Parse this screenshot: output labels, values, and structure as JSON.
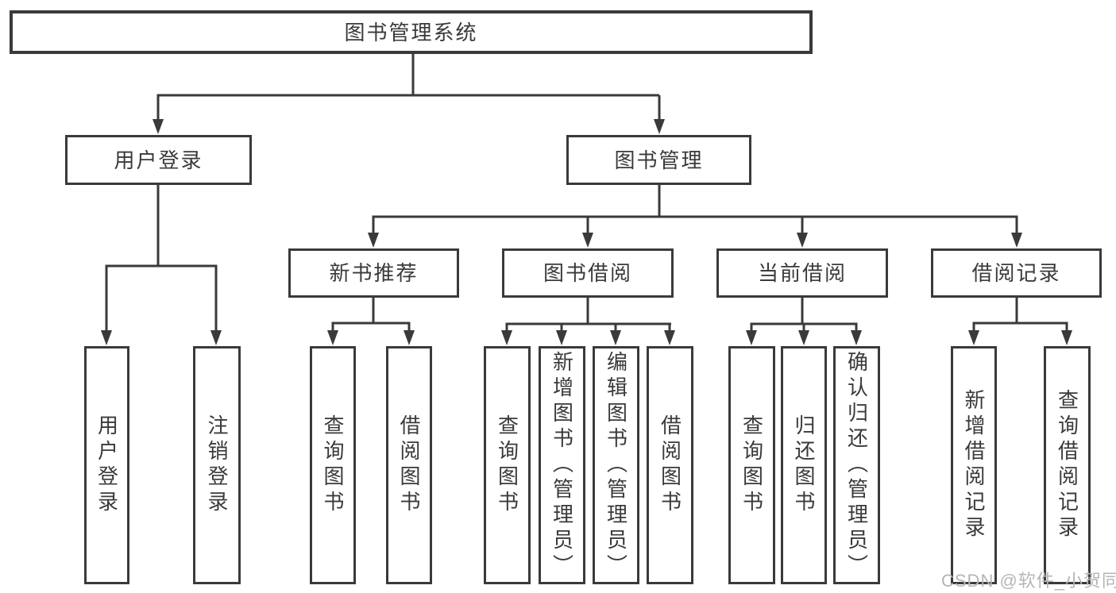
{
  "diagram": {
    "root": {
      "label": "图书管理系统"
    },
    "login": {
      "label": "用户登录",
      "children": [
        {
          "label": "用户登录"
        },
        {
          "label": "注销登录"
        }
      ]
    },
    "management": {
      "label": "图书管理",
      "branches": [
        {
          "label": "新书推荐",
          "children": [
            {
              "label": "查询图书"
            },
            {
              "label": "借阅图书"
            }
          ]
        },
        {
          "label": "图书借阅",
          "children": [
            {
              "label": "查询图书"
            },
            {
              "label": "新增图书（管理员）"
            },
            {
              "label": "编辑图书（管理员）"
            },
            {
              "label": "借阅图书"
            }
          ]
        },
        {
          "label": "当前借阅",
          "children": [
            {
              "label": "查询图书"
            },
            {
              "label": "归还图书"
            },
            {
              "label": "确认归还（管理员）"
            }
          ]
        },
        {
          "label": "借阅记录",
          "children": [
            {
              "label": "新增借阅记录"
            },
            {
              "label": "查询借阅记录"
            }
          ]
        }
      ]
    },
    "watermark": "CSDN @软件_小贺同学",
    "colors": {
      "line": "#3a3a3a",
      "text": "#3a3a3a",
      "watermark": "#b5b5b5",
      "background": "#ffffff"
    }
  }
}
